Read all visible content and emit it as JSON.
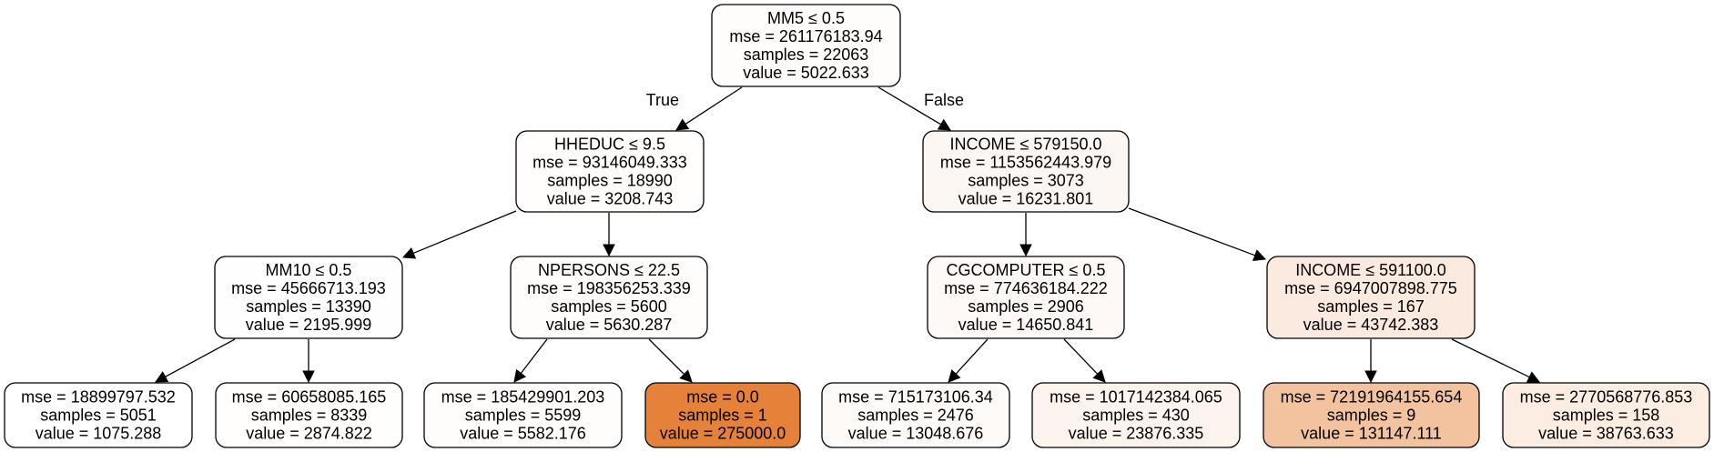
{
  "tree": {
    "nodes": [
      {
        "id": "n0",
        "lines": [
          "MM5 ≤ 0.5",
          "mse = 261176183.94",
          "samples = 22063",
          "value = 5022.633"
        ],
        "fill": "#fffdfc"
      },
      {
        "id": "n1",
        "lines": [
          "HHEDUC ≤ 9.5",
          "mse = 93146049.333",
          "samples = 18990",
          "value = 3208.743"
        ],
        "fill": "#fffefd"
      },
      {
        "id": "n2",
        "lines": [
          "INCOME ≤ 579150.0",
          "mse = 1153562443.979",
          "samples = 3073",
          "value = 16231.801"
        ],
        "fill": "#fdf7f3"
      },
      {
        "id": "n3",
        "lines": [
          "MM10 ≤ 0.5",
          "mse = 45666713.193",
          "samples = 13390",
          "value = 2195.999"
        ],
        "fill": "#fffefe"
      },
      {
        "id": "n4",
        "lines": [
          "NPERSONS ≤ 22.5",
          "mse = 198356253.339",
          "samples = 5600",
          "value = 5630.287"
        ],
        "fill": "#fffdfc"
      },
      {
        "id": "n5",
        "lines": [
          "CGCOMPUTER ≤ 0.5",
          "mse = 774636184.222",
          "samples = 2906",
          "value = 14650.841"
        ],
        "fill": "#fef9f6"
      },
      {
        "id": "n6",
        "lines": [
          "INCOME ≤ 591100.0",
          "mse = 6947007898.775",
          "samples = 167",
          "value = 43742.383"
        ],
        "fill": "#fbeadf"
      },
      {
        "id": "n7",
        "lines": [
          "mse = 18899797.532",
          "samples = 5051",
          "value = 1075.288"
        ],
        "fill": "#ffffff"
      },
      {
        "id": "n8",
        "lines": [
          "mse = 60658085.165",
          "samples = 8339",
          "value = 2874.822"
        ],
        "fill": "#fffefd"
      },
      {
        "id": "n9",
        "lines": [
          "mse = 185429901.203",
          "samples = 5599",
          "value = 5582.176"
        ],
        "fill": "#fffdfc"
      },
      {
        "id": "n10",
        "lines": [
          "mse = 0.0",
          "samples = 1",
          "value = 275000.0"
        ],
        "fill": "#e58139"
      },
      {
        "id": "n11",
        "lines": [
          "mse = 715173106.34",
          "samples = 2476",
          "value = 13048.676"
        ],
        "fill": "#fefaf7"
      },
      {
        "id": "n12",
        "lines": [
          "mse = 1017142384.065",
          "samples = 430",
          "value = 23876.335"
        ],
        "fill": "#fdf4ed"
      },
      {
        "id": "n13",
        "lines": [
          "mse = 72191964155.654",
          "samples = 9",
          "value = 131147.111"
        ],
        "fill": "#f3c3a0"
      },
      {
        "id": "n14",
        "lines": [
          "mse = 2770568776.853",
          "samples = 158",
          "value = 38763.633"
        ],
        "fill": "#fcede2"
      }
    ],
    "edges": [
      {
        "from": "n0",
        "to": "n1",
        "label": "True"
      },
      {
        "from": "n0",
        "to": "n2",
        "label": "False"
      },
      {
        "from": "n1",
        "to": "n3",
        "label": ""
      },
      {
        "from": "n1",
        "to": "n4",
        "label": ""
      },
      {
        "from": "n2",
        "to": "n5",
        "label": ""
      },
      {
        "from": "n2",
        "to": "n6",
        "label": ""
      },
      {
        "from": "n3",
        "to": "n7",
        "label": ""
      },
      {
        "from": "n3",
        "to": "n8",
        "label": ""
      },
      {
        "from": "n4",
        "to": "n9",
        "label": ""
      },
      {
        "from": "n4",
        "to": "n10",
        "label": ""
      },
      {
        "from": "n5",
        "to": "n11",
        "label": ""
      },
      {
        "from": "n5",
        "to": "n12",
        "label": ""
      },
      {
        "from": "n6",
        "to": "n13",
        "label": ""
      },
      {
        "from": "n6",
        "to": "n14",
        "label": ""
      }
    ]
  }
}
